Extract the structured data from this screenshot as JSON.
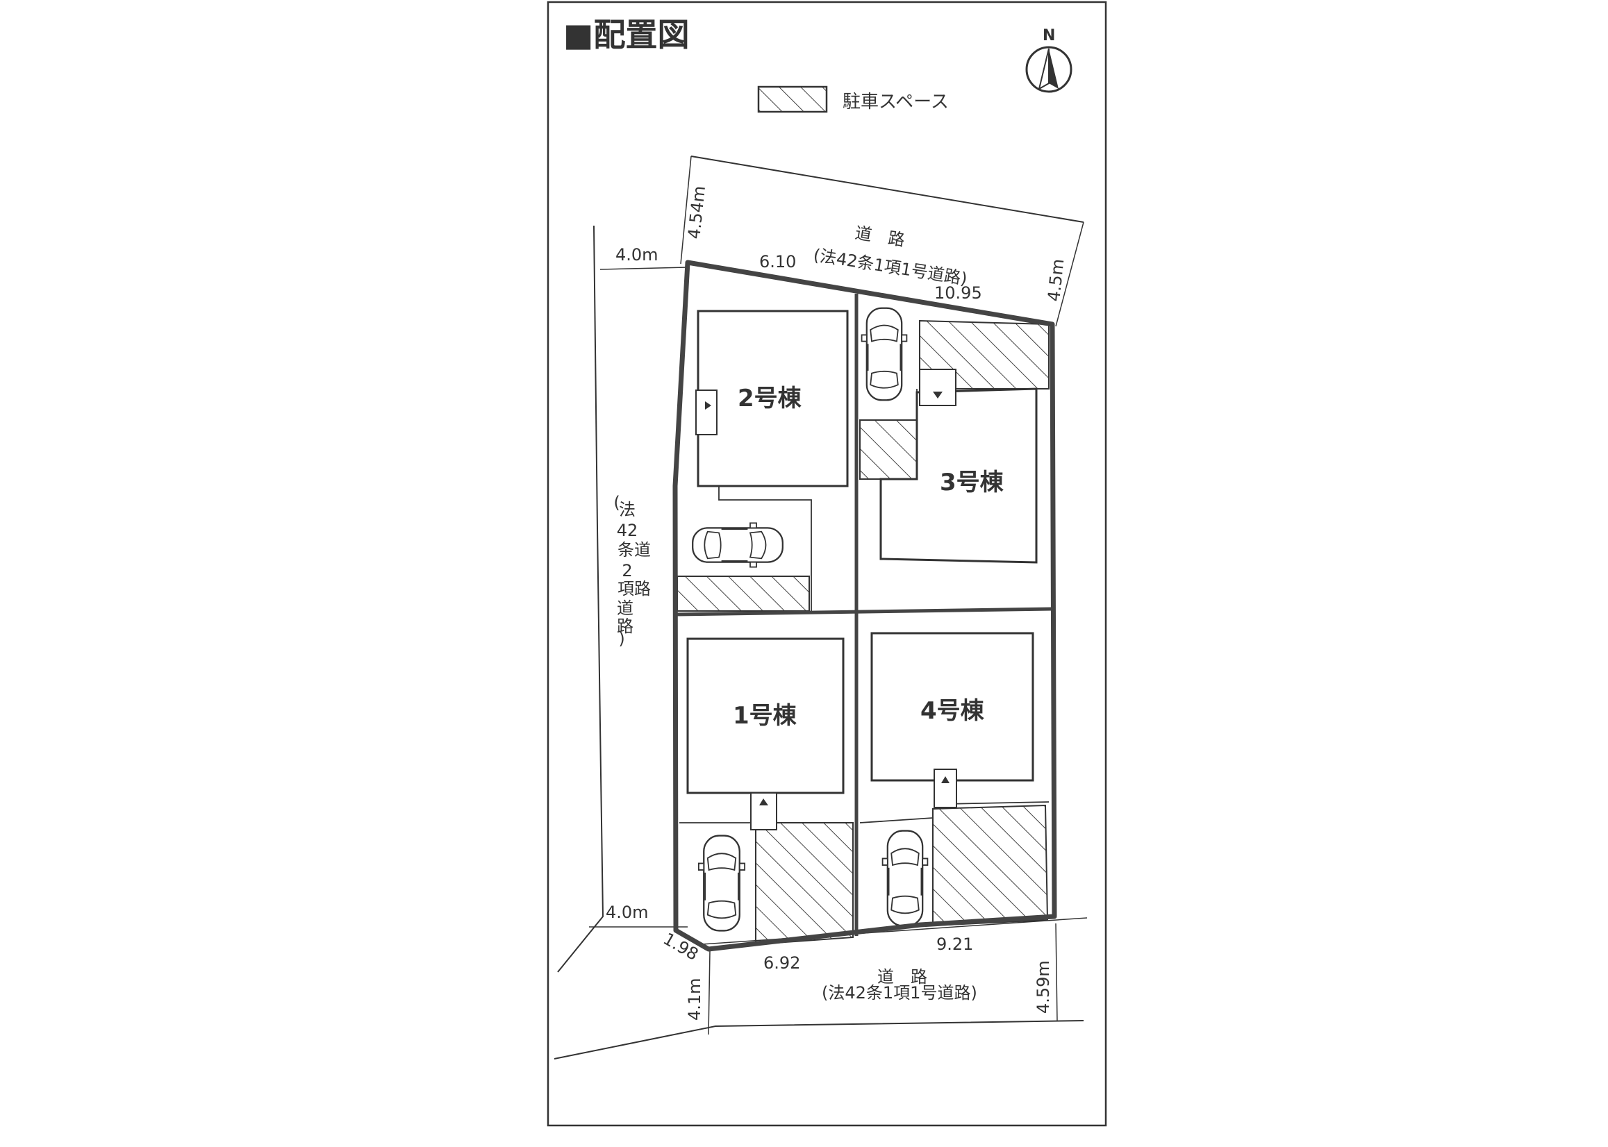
{
  "title": "■配置図",
  "north": "N",
  "legend": {
    "label": "駐車スペース"
  },
  "roads": {
    "north": {
      "name": "道　路",
      "note": "(法42条1項1号道路)"
    },
    "south": {
      "name": "道　路",
      "note": "(法42条1項1号道路)"
    },
    "west": {
      "lines": [
        "(",
        "法",
        "42",
        "条道",
        "2",
        "項路",
        "道",
        "路",
        ")"
      ]
    }
  },
  "dimensions": {
    "nw_road_width": "4.54m",
    "w_road_width_top": "4.0m",
    "top_edge_left": "6.10",
    "top_edge_right": "10.95",
    "ne_road_width": "4.5m",
    "w_road_width_bottom": "4.0m",
    "corner_cut": "1.98",
    "bottom_edge_left": "6.92",
    "bottom_edge_right": "9.21",
    "sw_road_width": "4.1m",
    "se_road_width": "4.59m"
  },
  "units": {
    "unit1": "1号棟",
    "unit2": "2号棟",
    "unit3": "3号棟",
    "unit4": "4号棟"
  },
  "colors": {
    "line": "#333333",
    "hatch": "#444444",
    "background": "#ffffff"
  }
}
